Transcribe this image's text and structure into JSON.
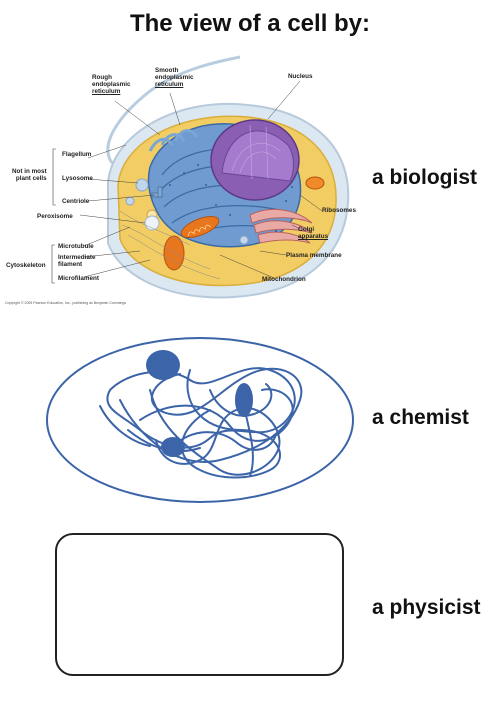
{
  "title": "The view of a cell by:",
  "captions": {
    "biologist": "a biologist",
    "chemist": "a chemist",
    "physicist": "a physicist"
  },
  "cell_labels": {
    "rough_er": [
      "Rough",
      "endoplasmic",
      "reticulum"
    ],
    "smooth_er": [
      "Smooth",
      "endoplasmic",
      "reticulum"
    ],
    "nucleus": "Nucleus",
    "flagellum": "Flagellum",
    "not_in_most": [
      "Not in most",
      "plant cells"
    ],
    "lysosome": "Lysosome",
    "centriole": "Centriole",
    "peroxisome": "Peroxisome",
    "ribosomes": "Ribosomes",
    "golgi": [
      "Golgi",
      "apparatus"
    ],
    "plasma_membrane": "Plasma membrane",
    "microtubule": "Microtubule",
    "intermediate_filament": [
      "Intermediate",
      "filament"
    ],
    "microfilament": "Microfilament",
    "cytoskeleton": "Cytoskeleton",
    "mitochondrion": "Mitochondrion"
  },
  "copyright": "Copyright © 2005 Pearson Education, Inc., publishing as Benjamin Cummings"
}
